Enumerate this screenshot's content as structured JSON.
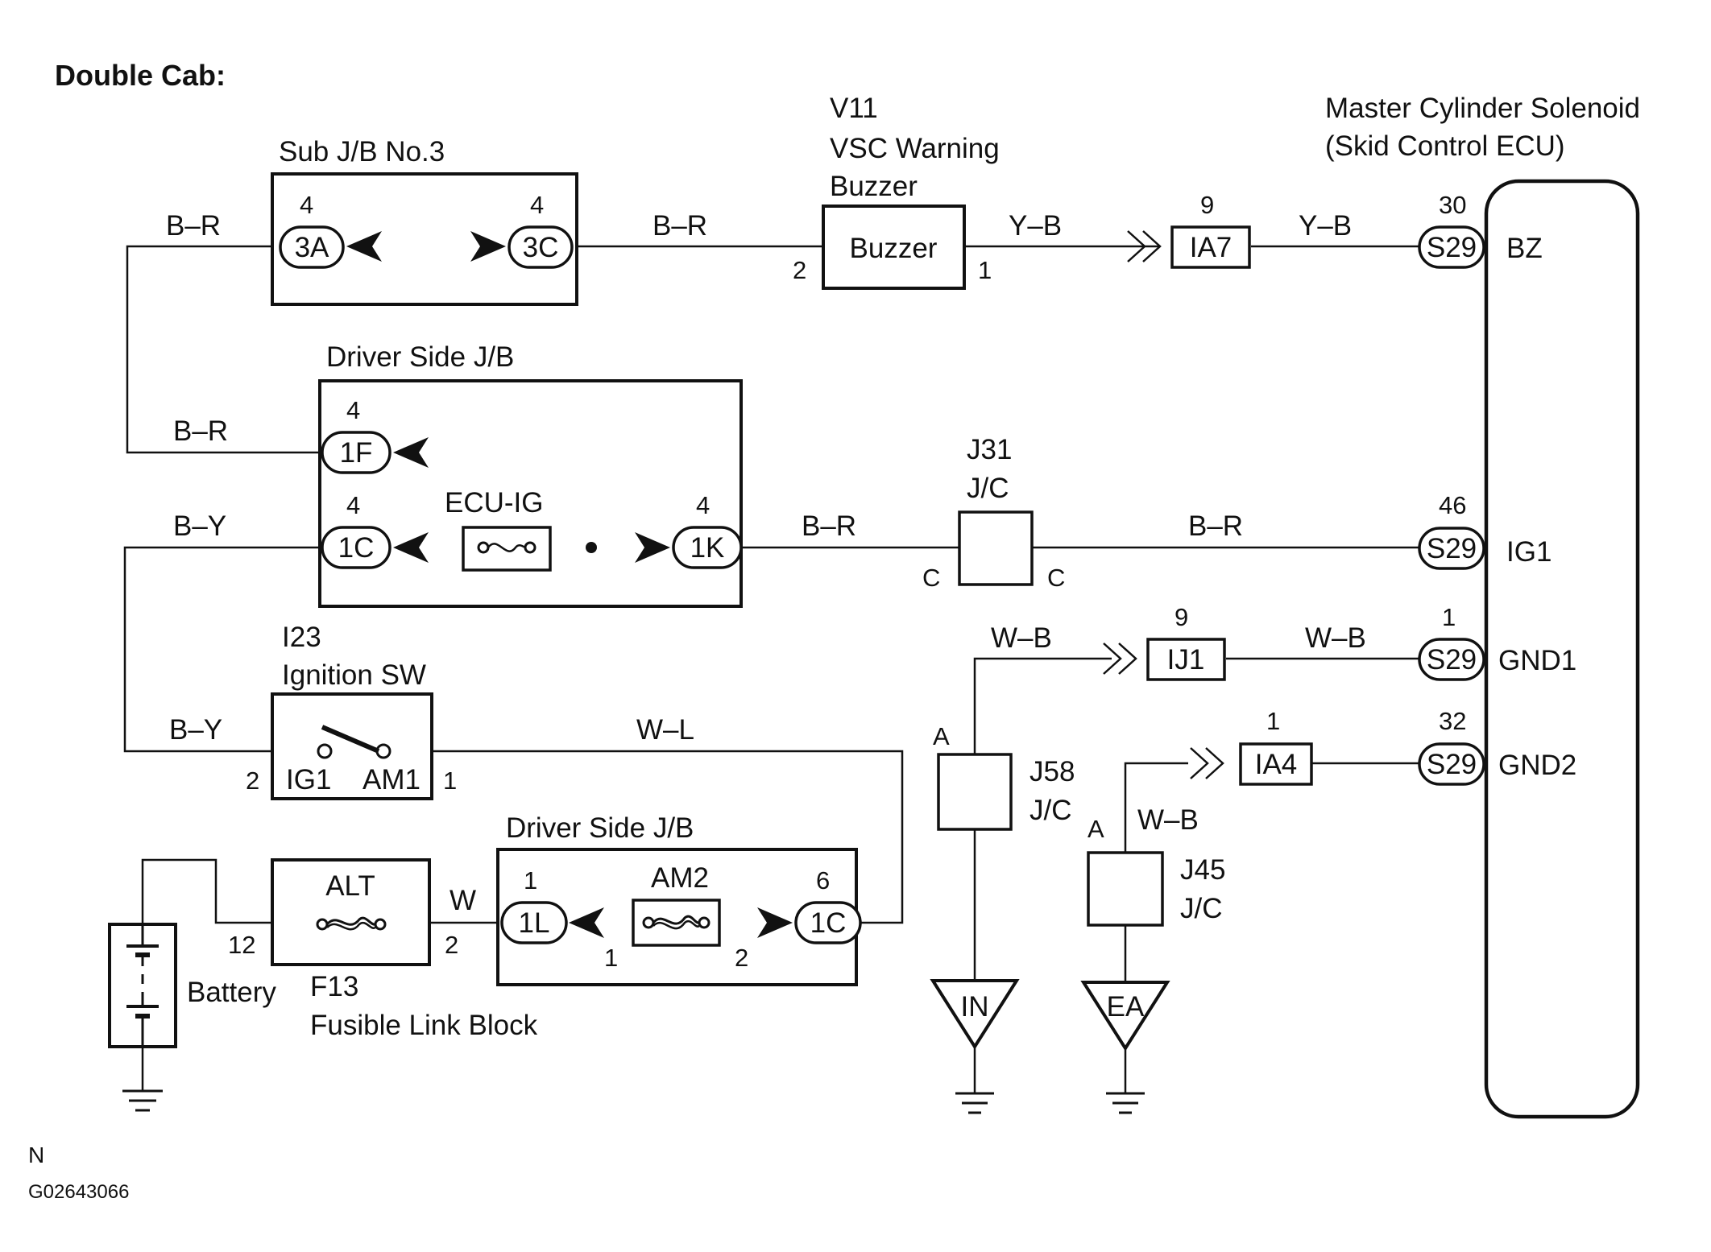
{
  "header": {
    "title": "Double Cab:"
  },
  "footer": {
    "code_letter": "N",
    "figure_id": "G02643066"
  },
  "components": {
    "sub_jb3": {
      "name": "Sub J/B No.3",
      "conn_left": "3A",
      "conn_right": "3C",
      "pin_left": "4",
      "pin_right": "4"
    },
    "buzzer": {
      "id": "V11",
      "name_line1": "VSC Warning",
      "name_line2": "Buzzer",
      "label": "Buzzer",
      "pin_in": "2",
      "pin_out": "1"
    },
    "ia7": {
      "label": "IA7",
      "pin": "9"
    },
    "ecu": {
      "name_line1": "Master Cylinder Solenoid",
      "name_line2": "(Skid Control ECU)",
      "conn": "S29",
      "terminals": [
        {
          "pin": "30",
          "name": "BZ"
        },
        {
          "pin": "46",
          "name": "IG1"
        },
        {
          "pin": "1",
          "name": "GND1"
        },
        {
          "pin": "32",
          "name": "GND2"
        }
      ]
    },
    "driver_jb_top": {
      "name": "Driver Side J/B",
      "conn_1f": "1F",
      "conn_1c": "1C",
      "conn_1k": "1K",
      "pin_1f": "4",
      "pin_1c": "4",
      "pin_1k": "4",
      "fuse": "ECU-IG"
    },
    "j31": {
      "line1": "J31",
      "line2": "J/C",
      "pin_left": "C",
      "pin_right": "C"
    },
    "ij1": {
      "label": "IJ1",
      "pin": "9"
    },
    "ia4": {
      "label": "IA4",
      "pin": "1"
    },
    "ignition": {
      "id": "I23",
      "name": "Ignition SW",
      "t_ig1": "IG1",
      "t_am1": "AM1",
      "pin_left": "2",
      "pin_right": "1"
    },
    "j58": {
      "line1": "J58",
      "line2": "J/C",
      "pin": "A"
    },
    "j45": {
      "line1": "J45",
      "line2": "J/C",
      "pin": "A"
    },
    "fusible": {
      "fuse": "ALT",
      "id": "F13",
      "name": "Fusible Link Block",
      "pin_left": "12",
      "pin_right": "2"
    },
    "driver_jb_bottom": {
      "name": "Driver Side J/B",
      "conn_1l": "1L",
      "conn_1c": "1C",
      "pin_1l": "1",
      "pin_1c": "6",
      "fuse": "AM2",
      "fuse_pin_in": "1",
      "fuse_pin_out": "2"
    },
    "battery": {
      "name": "Battery"
    },
    "ground_in": {
      "label": "IN"
    },
    "ground_ea": {
      "label": "EA"
    }
  },
  "wires": {
    "sub_left": "B–R",
    "sub_right": "B–R",
    "buzzer_out": "Y–B",
    "ia7_out": "Y–B",
    "to_1f": "B–R",
    "to_1c": "B–Y",
    "from_1k": "B–R",
    "j31_out": "B–R",
    "gnd1_left": "W–B",
    "gnd1_right": "W–B",
    "gnd2": "W–B",
    "ign_left": "B–Y",
    "ign_right": "W–L",
    "alt_out": "W"
  }
}
